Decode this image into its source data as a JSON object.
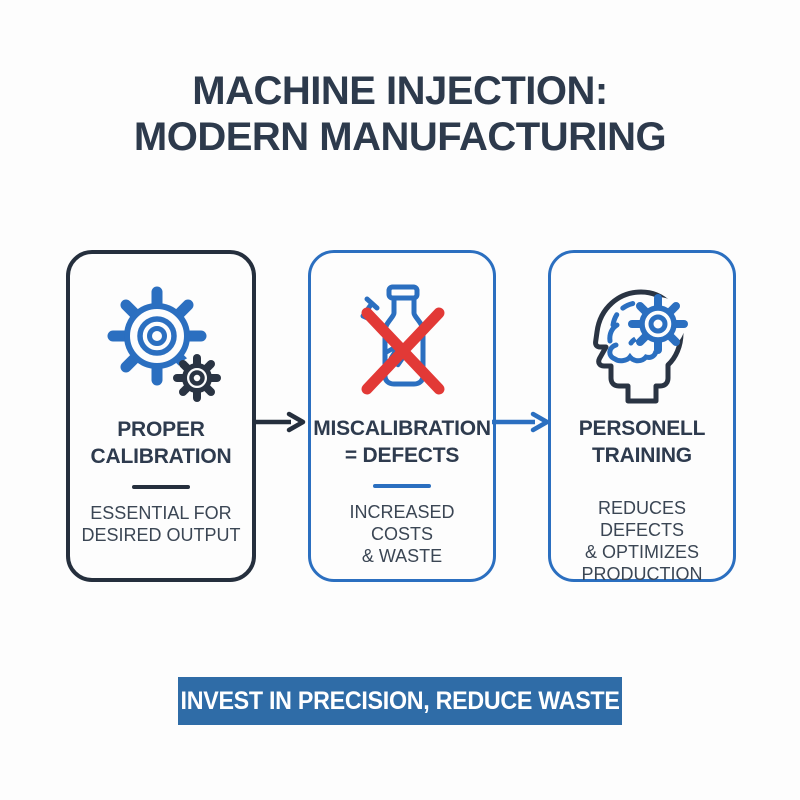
{
  "title": "MACHINE INJECTION:\nMODERN MANUFACTURING",
  "cards": [
    {
      "id": "proper-calibration",
      "title": "PROPER\nCALIBRATION",
      "subtitle": "ESSENTIAL FOR\nDESIRED OUTPUT",
      "icon": "gears-icon",
      "accent": "#252f3d"
    },
    {
      "id": "miscalibration-defects",
      "title": "MISCALIBRATION\n= DEFECTS",
      "subtitle": "INCREASED COSTS\n& WASTE",
      "icon": "defective-bottle-icon",
      "accent": "#2b6fc0"
    },
    {
      "id": "personell-training",
      "title": "PERSONELL\nTRAINING",
      "subtitle": "REDUCES DEFECTS\n& OPTIMIZES\nPRODUCTION",
      "icon": "head-gear-icon",
      "accent": "#2b6fc0"
    }
  ],
  "arrows": [
    {
      "direction": "right",
      "color": "#252f3d"
    },
    {
      "direction": "right",
      "color": "#2b6fc0"
    }
  ],
  "banner": {
    "label": "INVEST IN PRECISION, REDUCE WASTE",
    "background": "#2f6ca7",
    "text_color": "#ffffff"
  },
  "colors": {
    "title_text": "#2d3a4c",
    "card_dark_border": "#252f3d",
    "card_blue_border": "#2b6fc0",
    "icon_blue": "#2b6fc0",
    "icon_dark": "#2a3443",
    "error_red": "#e23936",
    "background": "#fdfdfd"
  }
}
